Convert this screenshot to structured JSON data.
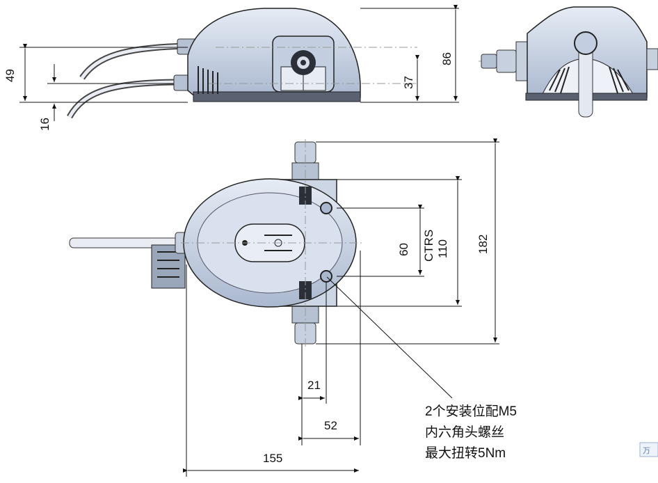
{
  "dimensions": {
    "d49": "49",
    "d16": "16",
    "d37": "37",
    "d86": "86",
    "d60": "60",
    "ctrs": "CTRS",
    "d110": "110",
    "d182": "182",
    "d21": "21",
    "d52": "52",
    "d155": "155"
  },
  "note": {
    "line1": "2个安装位配M5",
    "line2": "内六角头螺丝",
    "line3": "最大扭转5Nm"
  },
  "corner_mark": "万",
  "colors": {
    "body_fill": "#d2dbea",
    "body_shade": "#aebcd2",
    "dark": "#2a2f38",
    "line": "#111111"
  }
}
